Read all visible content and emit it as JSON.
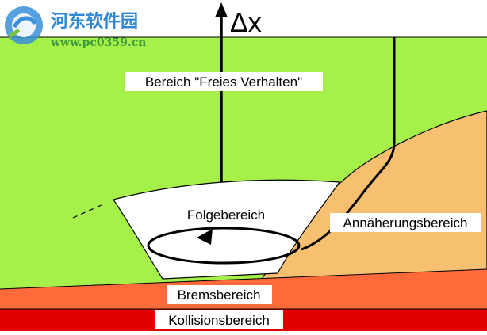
{
  "watermark": {
    "site_name": "河东软件园",
    "url": "www.pc0359.cn"
  },
  "axis": {
    "label": "Δx"
  },
  "regions": {
    "free": "Bereich \"Freies Verhalten\"",
    "follow": "Folgebereich",
    "approach": "Annäherungsbereich",
    "brake": "Bremsbereich",
    "collision": "Kollisionsbereich"
  },
  "colors": {
    "free_region": "#a6f04a",
    "follow_region": "#ffffff",
    "approach_region": "#f7c070",
    "brake_region": "#ff6a3a",
    "collision_region": "#e00000",
    "outline": "#000000"
  }
}
